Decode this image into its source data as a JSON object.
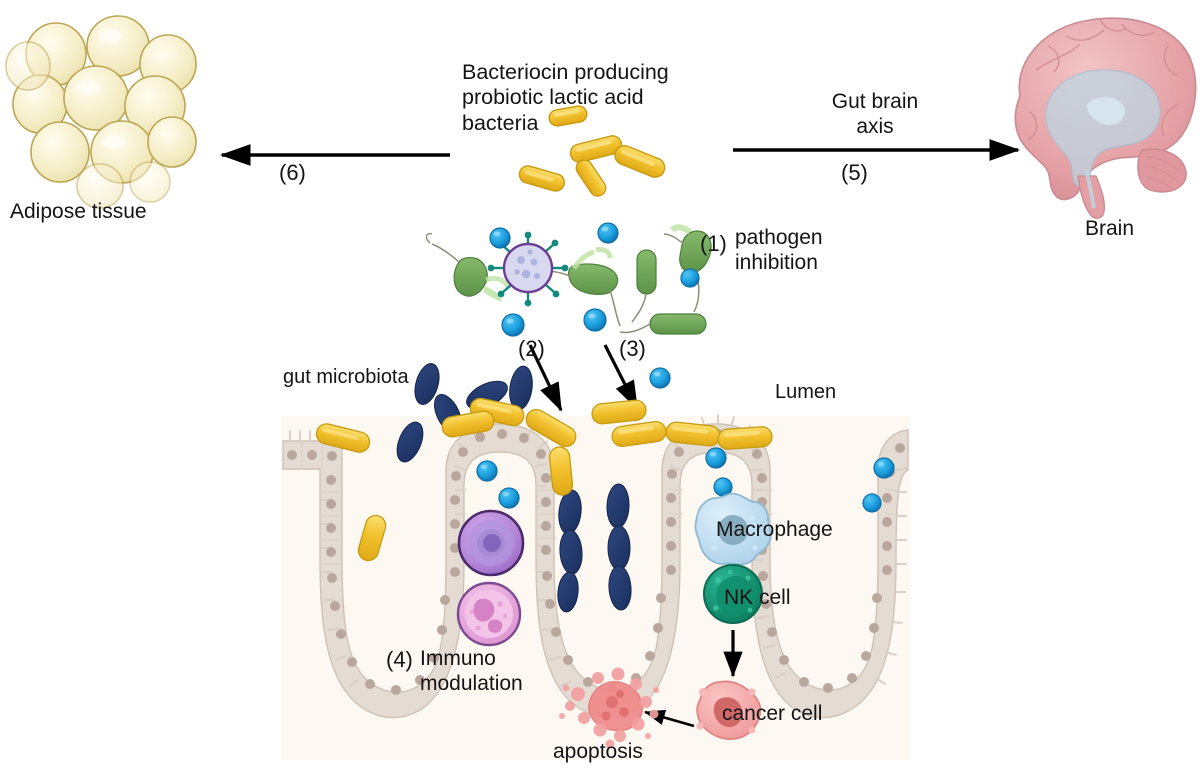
{
  "figure": {
    "type": "biomedical-schematic",
    "title_text": "Bacteriocin producing\nprobiotic lactic acid\nbacteria",
    "background": "#ffffff",
    "panel_color": "#fdf8f1"
  },
  "labels": {
    "title": "Bacteriocin producing\nprobiotic lactic acid\nbacteria",
    "adipose_tissue": "Adipose tissue",
    "brain": "Brain",
    "gut_brain_axis": "Gut brain\naxis",
    "gut_microbiota": "gut microbiota",
    "lumen": "Lumen",
    "pathogen_inhibition": "pathogen\ninhibition",
    "immuno_modulation": "Immuno\nmodulation",
    "macrophage": "Macrophage",
    "nk_cell": "NK cell",
    "cancer_cell": "cancer cell",
    "apoptosis": "apoptosis"
  },
  "steps": {
    "one": "(1)",
    "two": "(2)",
    "three": "(3)",
    "four": "(4)",
    "five": "(5)",
    "six": "(6)"
  },
  "colors": {
    "probiotic_bacteria": "#f2c12e",
    "probiotic_bacteria_edge": "#d8a310",
    "gut_microbiota": "#21386e",
    "bacteriocin": "#1a9fe0",
    "bacteriocin_edge": "#0f6fa8",
    "pathogen_green": "#6aa453",
    "pathogen_green_light": "#bfe3a6",
    "virus_body": "#d8d9f0",
    "virus_spike": "#128a7d",
    "virus_edge": "#6d3f94",
    "epithelium": "#e4dbd3",
    "epithelium_nucleus": "#b9a79d",
    "lymphocyte_purple": "#b487d8",
    "lymphocyte_purple_dark": "#4b2a6b",
    "granulocyte_pink": "#e4a8d8",
    "macrophage_blue": "#bcdcf0",
    "macrophage_nucleus": "#7ba3b8",
    "nk_cell_green": "#0f9170",
    "cancer_cell_pink": "#f3a6a6",
    "cancer_nucleus": "#d06868",
    "apoptosis_pink": "#f08a8a",
    "adipocyte_fill": "#f6eec6",
    "adipocyte_edge": "#b9a14a",
    "brain_pink": "#e7a7ab",
    "brain_ventricle": "#bcd7e4",
    "arrow_black": "#000000"
  },
  "arrows": [
    {
      "name": "to-adipose",
      "step": "(6)",
      "direction": "left"
    },
    {
      "name": "to-brain",
      "step": "(5)",
      "direction": "right"
    },
    {
      "name": "bacteriocin-down-left",
      "step": "(2)",
      "direction": "down-right"
    },
    {
      "name": "bacteriocin-down-right",
      "step": "(3)",
      "direction": "down-right"
    },
    {
      "name": "nk-to-cancer",
      "step": "",
      "direction": "down"
    },
    {
      "name": "cancer-to-apoptosis",
      "step": "",
      "direction": "down-left"
    }
  ]
}
